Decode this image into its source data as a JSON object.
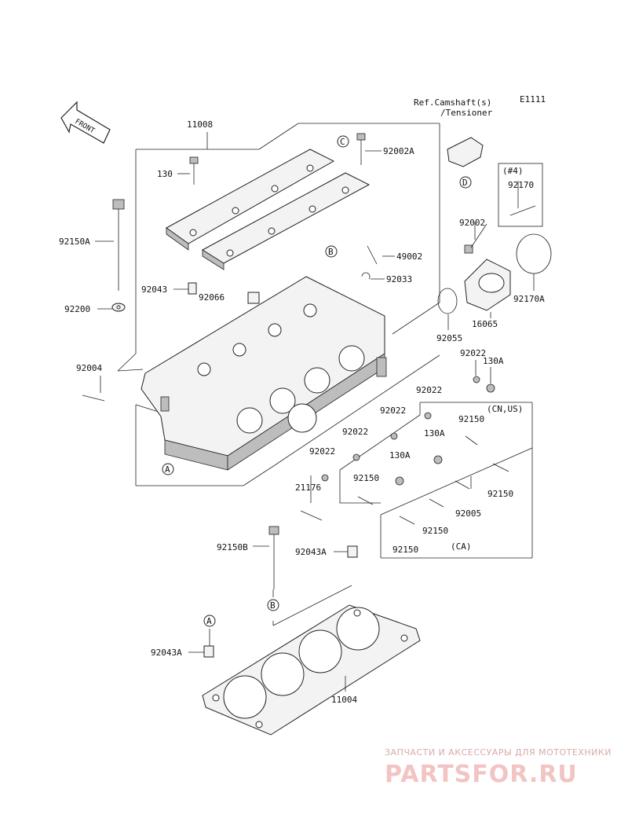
{
  "diagram_code": "E1111",
  "front_label": "FRONT",
  "reference": {
    "line1": "Ref.Camshaft(s)",
    "line2": "/Tensioner"
  },
  "callouts": {
    "a": "A",
    "b": "B",
    "c": "C",
    "d": "D"
  },
  "parts": {
    "p11008": "11008",
    "p130": "130",
    "p92002A": "92002A",
    "p92150A": "92150A",
    "p92043": "92043",
    "p92066": "92066",
    "p49002": "49002",
    "p92033": "92033",
    "p92200": "92200",
    "p92002": "92002",
    "p92170": "92170",
    "p92170A": "92170A",
    "p16065": "16065",
    "p92055": "92055",
    "p92004": "92004",
    "p92022_1": "92022",
    "p130A_1": "130A",
    "p92022_2": "92022",
    "p92022_3": "92022",
    "p92022_4": "92022",
    "p92022_5": "92022",
    "p21176": "21176",
    "p92150_1": "92150",
    "p130A_2": "130A",
    "p130A_3": "130A",
    "p92150_2": "92150",
    "p92150_3": "92150",
    "p92005": "92005",
    "p92150_4": "92150",
    "p92150_5": "92150",
    "p92150B": "92150B",
    "p92043A_1": "92043A",
    "p92043A_2": "92043A",
    "p11004": "11004"
  },
  "notes": {
    "qty4": "(#4)",
    "region_us": "(CN,US)",
    "region_ca": "(CA)"
  },
  "watermark": {
    "line1": "ЗАПЧАСТИ И АКСЕССУАРЫ ДЛЯ МОТОТЕХНИКИ",
    "line2": "PARTSFOR.RU",
    "color": "#f2c4c4"
  }
}
